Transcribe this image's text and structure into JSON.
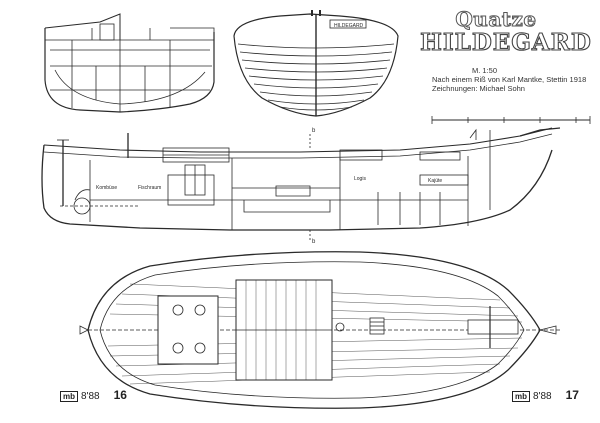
{
  "title": {
    "line1": "Quatze",
    "line2": "HILDEGARD"
  },
  "meta": {
    "scale": "M. 1:50",
    "source": "Nach einem Riß von Karl Mantke, Stettin 1918",
    "drawings": "Zeichnungen: Michael Sohn"
  },
  "labels": {
    "section_mark_top": "b",
    "section_mark_bottom": "b",
    "stern_nameplate": "HILDEGARD",
    "room_1": "Kombüse",
    "room_2": "Fischraum",
    "room_3": "Logis",
    "room_4": "Kajüte"
  },
  "footer": {
    "left_mag": "mb",
    "left_issue": "8'88",
    "left_page": "16",
    "right_mag": "mb",
    "right_issue": "8'88",
    "right_page": "17"
  },
  "colors": {
    "ink": "#2a2a2a",
    "paper": "#ffffff"
  }
}
